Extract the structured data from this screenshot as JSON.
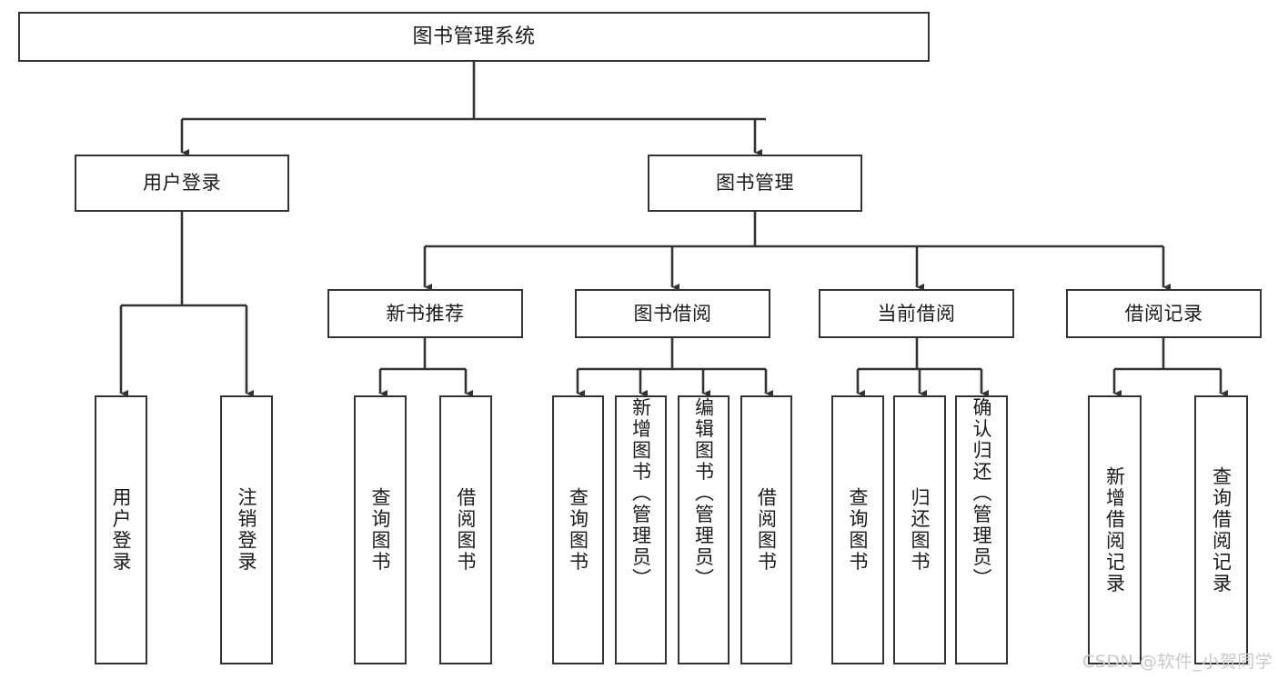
{
  "diagram": {
    "title": "图书管理系统",
    "type": "tree-hierarchy-chart",
    "root": {
      "label": "图书管理系统"
    },
    "level1": [
      {
        "label": "用户登录"
      },
      {
        "label": "图书管理"
      }
    ],
    "level2": [
      {
        "label": "新书推荐"
      },
      {
        "label": "图书借阅"
      },
      {
        "label": "当前借阅"
      },
      {
        "label": "借阅记录"
      }
    ],
    "leaves_user_login": [
      {
        "label": "用户登录"
      },
      {
        "label": "注销登录"
      }
    ],
    "leaves_new_book": [
      {
        "label": "查询图书"
      },
      {
        "label": "借阅图书"
      }
    ],
    "leaves_borrow": [
      {
        "label": "查询图书"
      },
      {
        "label": "新增图书（管理员）"
      },
      {
        "label": "编辑图书（管理员）"
      },
      {
        "label": "借阅图书"
      }
    ],
    "leaves_current": [
      {
        "label": "查询图书"
      },
      {
        "label": "归还图书"
      },
      {
        "label": "确认归还（管理员）"
      }
    ],
    "leaves_record": [
      {
        "label": "新增借阅记录"
      },
      {
        "label": "查询借阅记录"
      }
    ],
    "colors": {
      "stroke": "#333333",
      "fill": "#ffffff",
      "text": "#1a1a1a",
      "watermark": "#c9c9c9"
    }
  },
  "watermark": {
    "text": "CSDN @软件_小贺同学"
  }
}
